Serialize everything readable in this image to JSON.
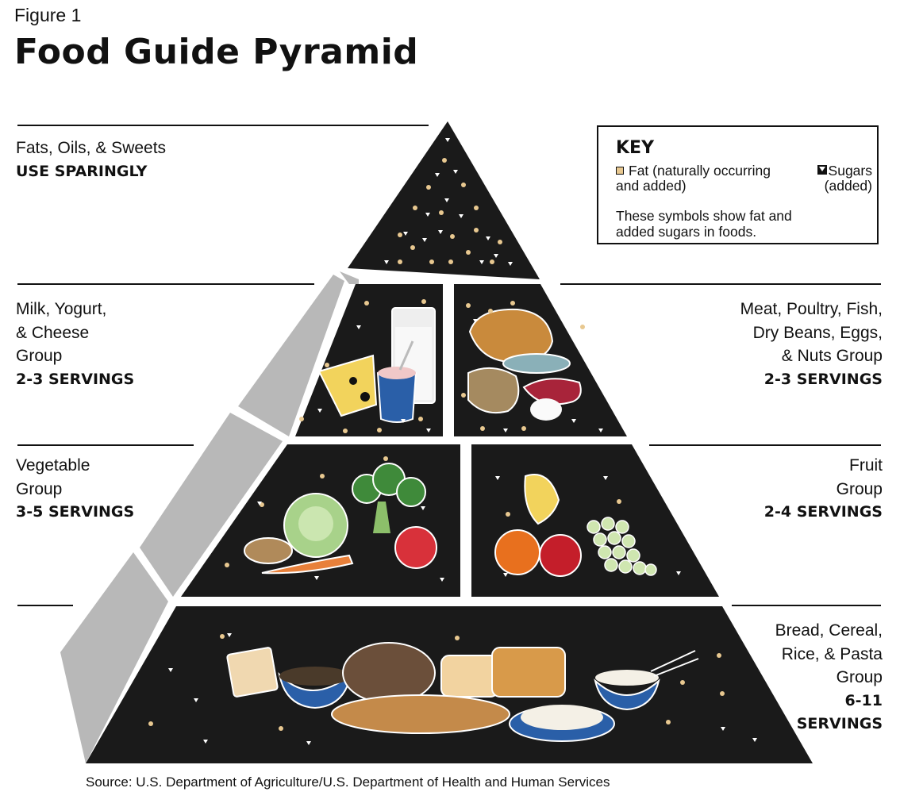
{
  "figure_label": "Figure 1",
  "title": "Food Guide Pyramid",
  "key": {
    "title": "KEY",
    "fat_label_1": "Fat (naturally occurring",
    "fat_label_2": "and added)",
    "sugar_label_1": "Sugars",
    "sugar_label_2": "(added)",
    "note_1": "These symbols show fat and",
    "note_2": "added sugars in foods."
  },
  "groups": {
    "fats": {
      "line1": "Fats, Oils, & Sweets",
      "servings": "USE SPARINGLY"
    },
    "milk": {
      "line1": "Milk, Yogurt,",
      "line2": "& Cheese",
      "line3": "Group",
      "servings": "2-3 SERVINGS"
    },
    "meat": {
      "line1": "Meat, Poultry, Fish,",
      "line2": "Dry Beans, Eggs,",
      "line3": "& Nuts Group",
      "servings": "2-3 SERVINGS"
    },
    "vegetable": {
      "line1": "Vegetable",
      "line2": "Group",
      "servings": "3-5 SERVINGS"
    },
    "fruit": {
      "line1": "Fruit",
      "line2": "Group",
      "servings": "2-4 SERVINGS"
    },
    "bread": {
      "line1": "Bread, Cereal,",
      "line2": "Rice, & Pasta",
      "line3": "Group",
      "servings_1": "6-11",
      "servings_2": "SERVINGS"
    }
  },
  "source": "Source: U.S. Department of Agriculture/U.S. Department of Health and Human Services",
  "colors": {
    "panel": "#1a1a1a",
    "side": "#b8b8b8",
    "fat": "#e8c890",
    "sugar": "#ffffff"
  }
}
